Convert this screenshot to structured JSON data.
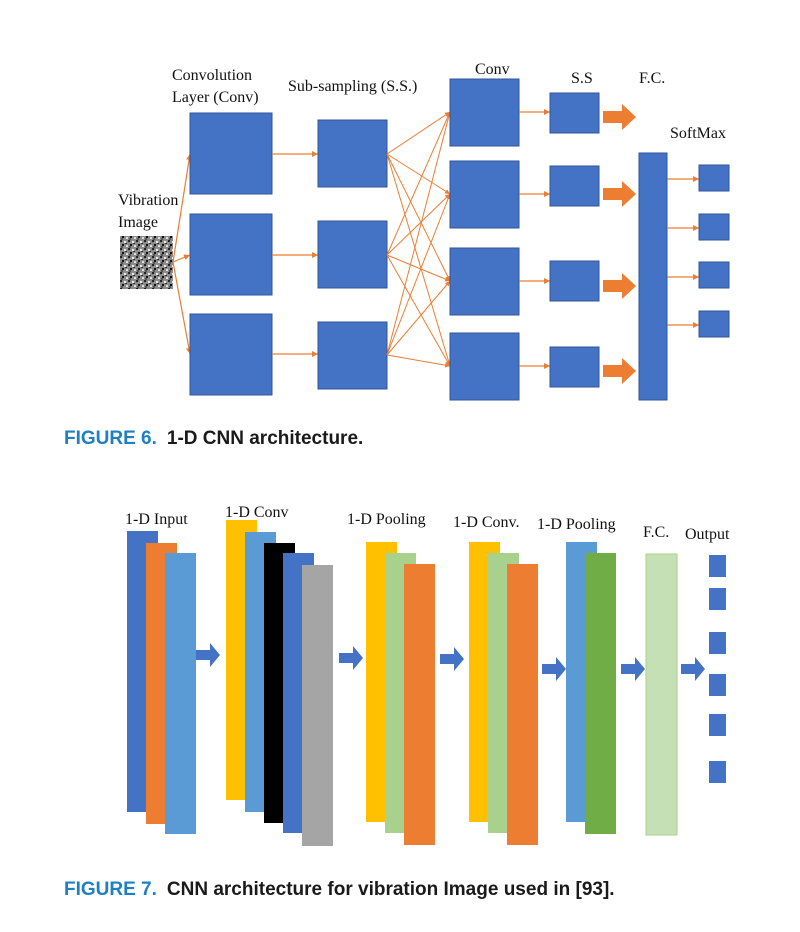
{
  "figure6": {
    "labels": {
      "conv_layer_line1": "Convolution",
      "conv_layer_line2": "Layer (Conv)",
      "subsampling": "Sub-sampling (S.S.)",
      "conv": "Conv",
      "ss": "S.S",
      "fc": "F.C.",
      "softmax": "SoftMax",
      "vibration_line1": "Vibration",
      "vibration_line2": "Image"
    },
    "caption_number": "FIGURE 6.",
    "caption_text": "1-D CNN architecture.",
    "colors": {
      "block": "#4472c4",
      "arrow": "#ed7d31",
      "border": "#2f5597"
    }
  },
  "figure7": {
    "labels": {
      "input": "1-D Input",
      "conv": "1-D Conv",
      "pooling1": "1-D Pooling",
      "conv2": "1-D Conv.",
      "pooling2": "1-D Pooling",
      "fc": "F.C.",
      "output": "Output"
    },
    "caption_number": "FIGURE 7.",
    "caption_text": "CNN architecture for vibration Image used in [93].",
    "colors": {
      "blue": "#4472c4",
      "orange": "#ed7d31",
      "light_blue": "#5b9bd5",
      "yellow": "#ffc000",
      "black": "#000000",
      "gray": "#a5a5a5",
      "light_green": "#a9d18e",
      "green": "#70ad47",
      "pale_green": "#c5e0b4",
      "arrow": "#4472c4"
    }
  }
}
